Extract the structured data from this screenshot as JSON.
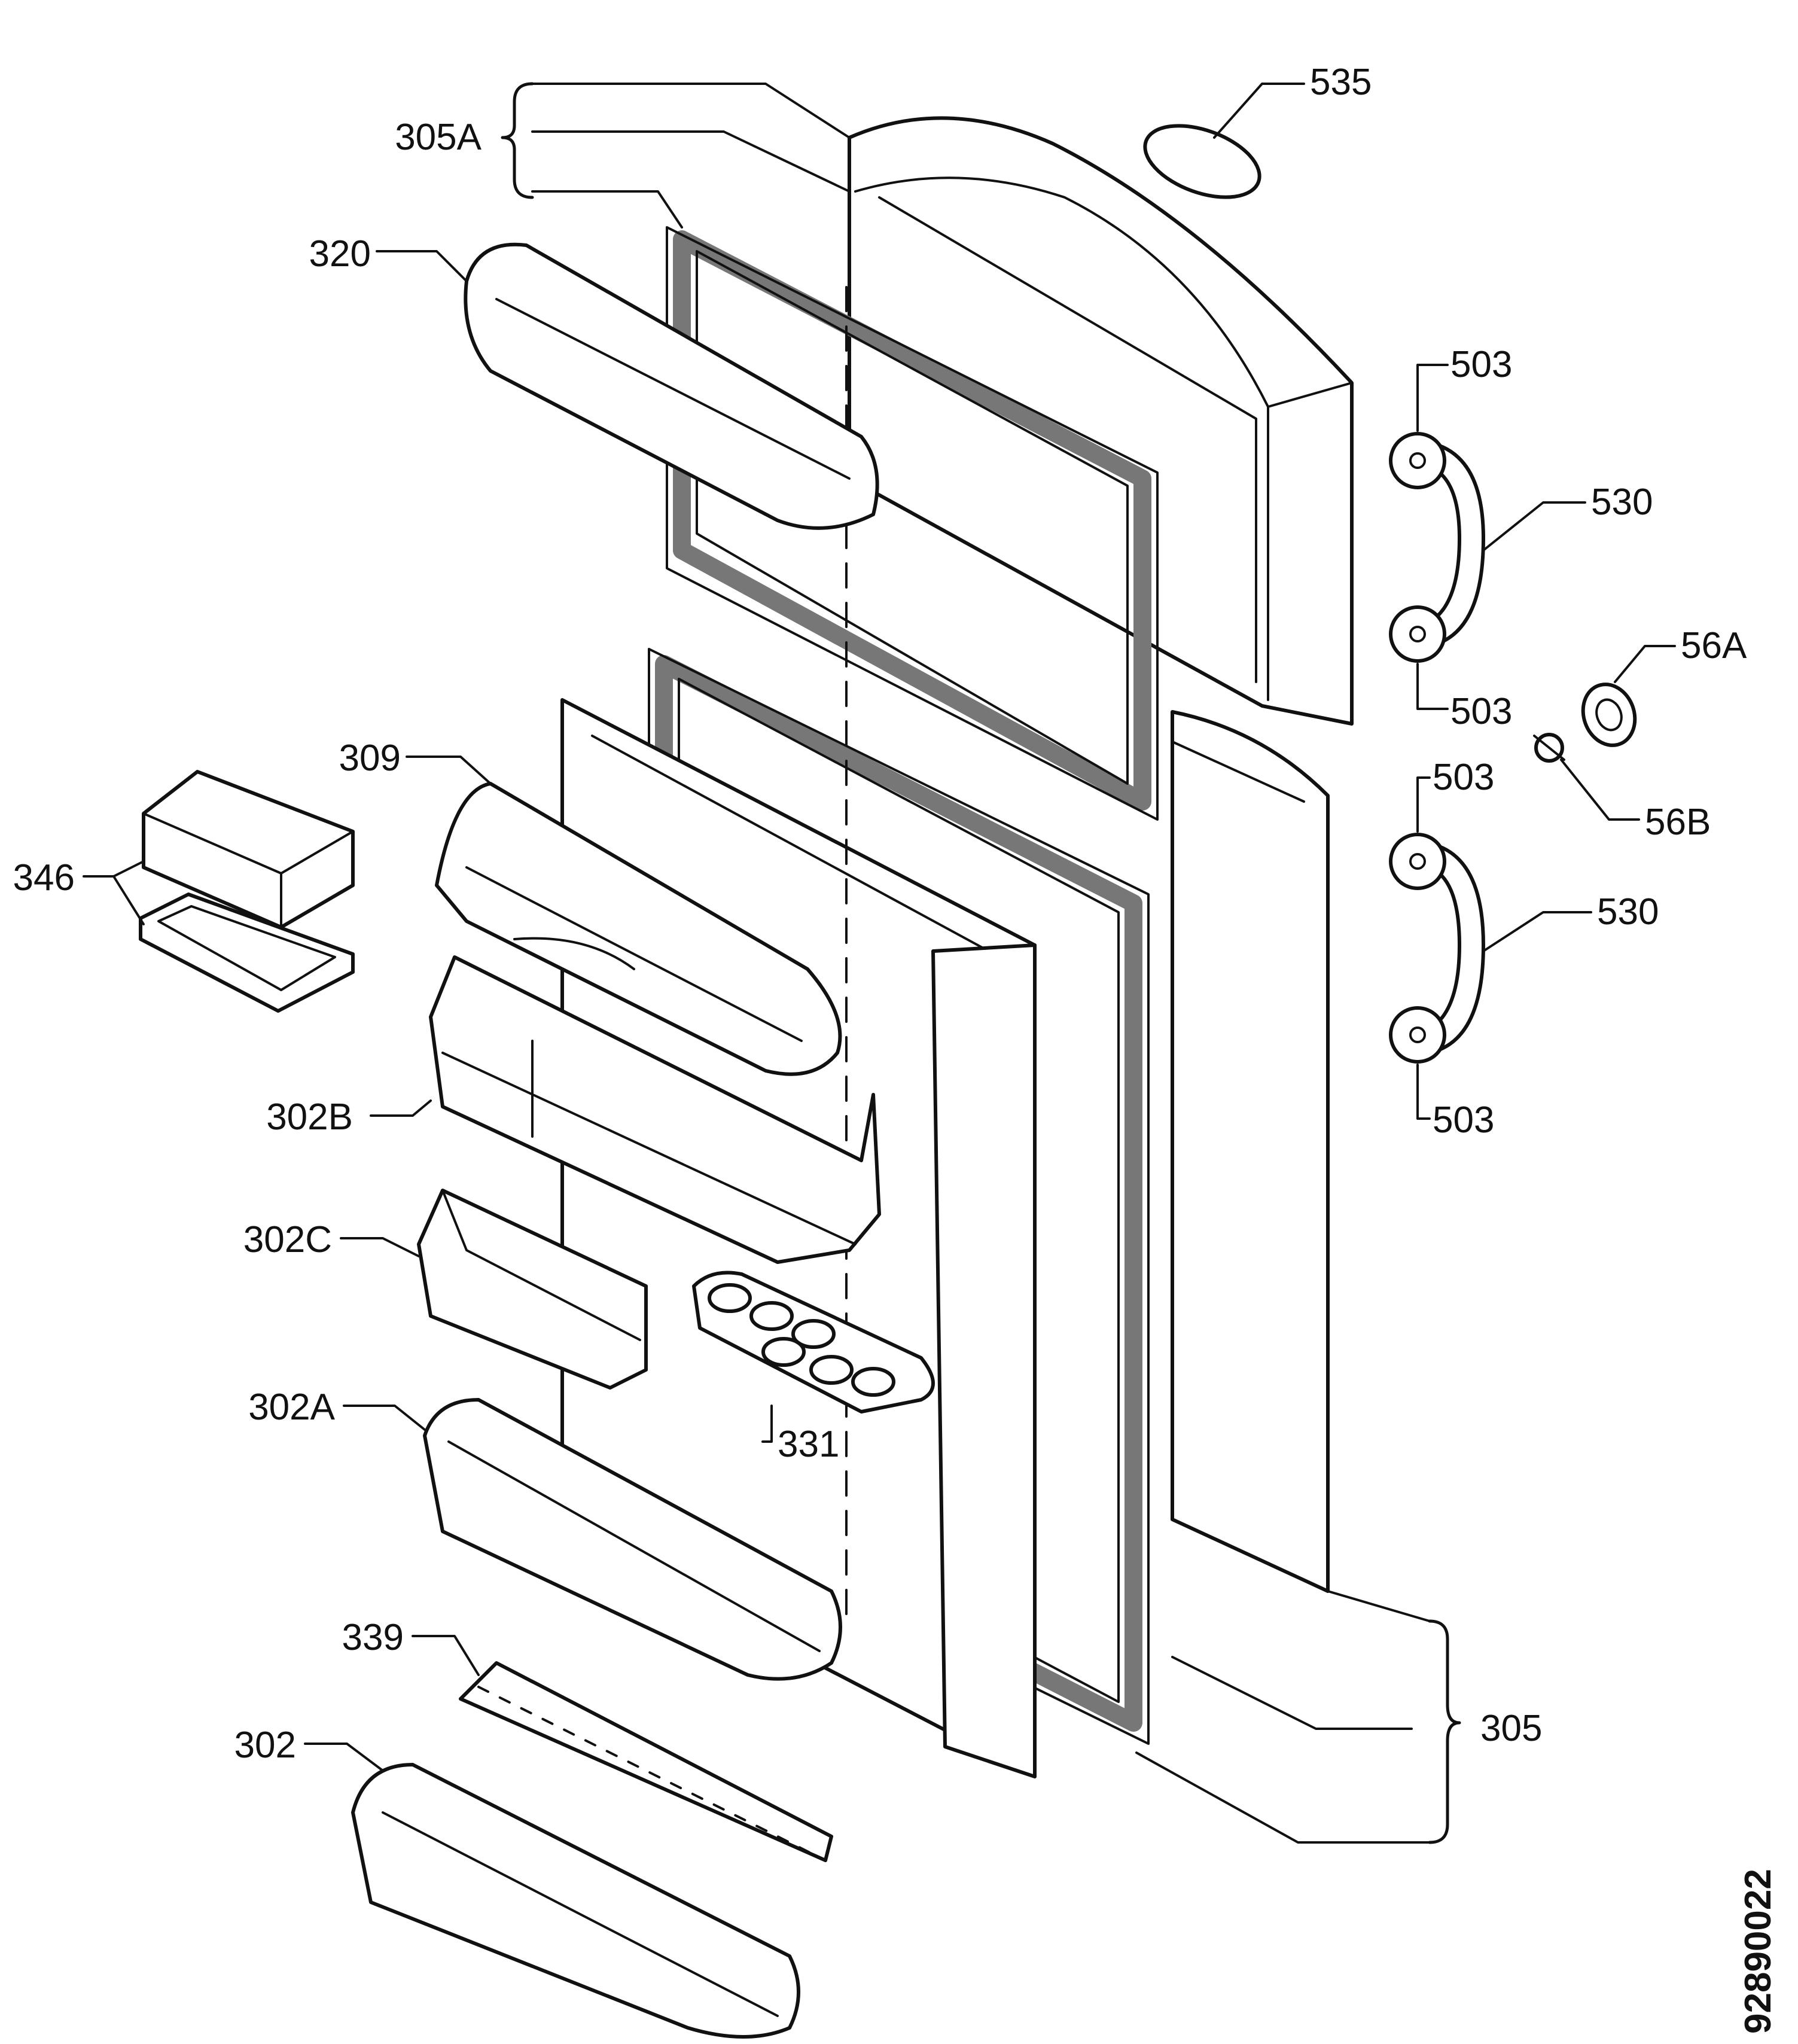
{
  "labels": {
    "p305A": "305A",
    "p535": "535",
    "p320": "320",
    "p503_a": "503",
    "p530_a": "530",
    "p503_b": "503",
    "p56A": "56A",
    "p56B": "56B",
    "p503_c": "503",
    "p530_b": "530",
    "p503_d": "503",
    "p309": "309",
    "p346": "346",
    "p302B": "302B",
    "p302C": "302C",
    "p331": "331",
    "p302A": "302A",
    "p339": "339",
    "p302": "302",
    "p305": "305"
  },
  "document_id": "92890022"
}
